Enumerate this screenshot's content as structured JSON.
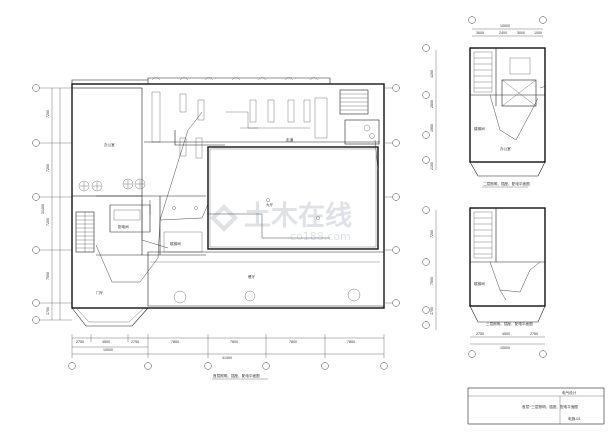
{
  "main_plan": {
    "dims_bottom_row1": [
      "2750",
      "4500",
      "2750",
      "7800",
      "7800",
      "7800",
      "7800"
    ],
    "dims_bottom_row2": [
      "10000",
      "",
      "",
      "",
      "",
      ""
    ],
    "total": "41300",
    "left_dims": [
      "7200",
      "7200",
      "7200",
      "7500",
      "1700"
    ],
    "left_total": "31400",
    "caption": "首层照明、插座、配电平面图",
    "room_labels": [
      "办公室",
      "门厅",
      "大厅",
      "餐厅",
      "配电间",
      "楼梯间",
      "走道"
    ]
  },
  "upper_plan_1": {
    "top_total": "10000",
    "top_dims": [
      "3600",
      "2400",
      "3000",
      "1000"
    ],
    "left_dims": [
      "4200",
      "2800",
      "1950",
      "2150"
    ],
    "caption": "二层照明、插座、配电平面图",
    "room_labels": [
      "楼梯间",
      "办公室"
    ]
  },
  "upper_plan_2": {
    "left_dims": [
      "7200",
      "7500",
      "1700"
    ],
    "bottom_dims": [
      "2750",
      "4500",
      "2750"
    ],
    "bottom_total": "10000",
    "caption": "三层照明、插座、配电平面图",
    "room_labels": [
      "楼梯间"
    ]
  },
  "title_block": {
    "project": "电气设计",
    "drawing": "首层~三层照明、插座、配电平面图",
    "sheet": "电施-03"
  },
  "watermark": {
    "brand": "土木在线",
    "site": "co188.com"
  }
}
